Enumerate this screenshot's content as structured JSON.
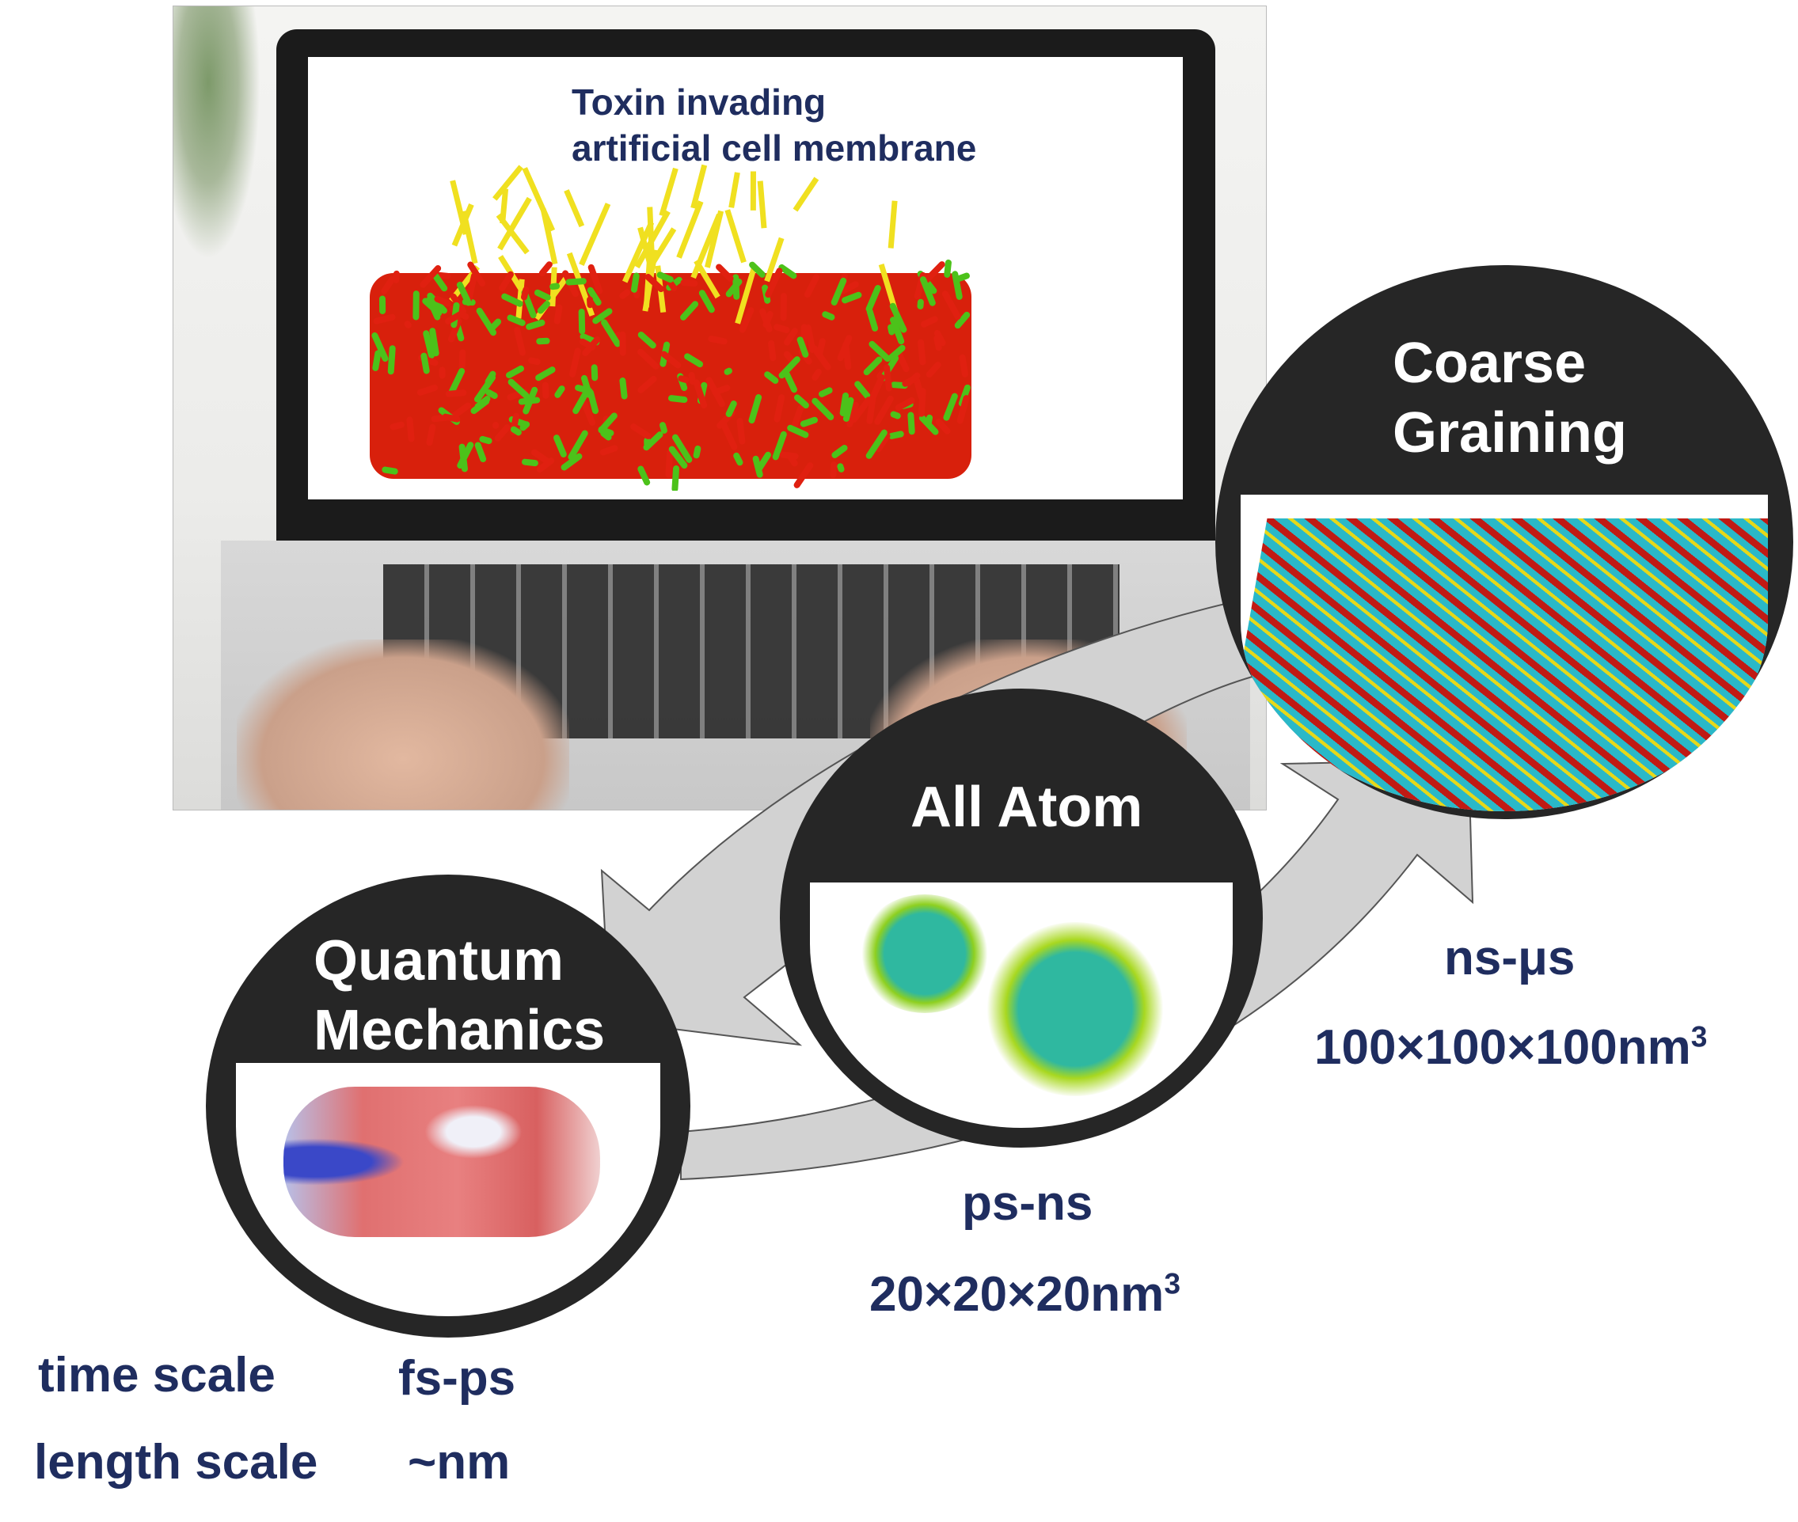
{
  "laptop": {
    "screen_caption_line1": "Toxin invading",
    "screen_caption_line2": "artificial cell membrane"
  },
  "circles": {
    "coarse": {
      "title_line1": "Coarse",
      "title_line2": "Graining",
      "time": "ns-μs",
      "length": "100×100×100nm",
      "length_exp": "3"
    },
    "allatom": {
      "title": "All Atom",
      "time": "ps-ns",
      "length": "20×20×20nm",
      "length_exp": "3"
    },
    "quantum": {
      "title_line1": "Quantum",
      "title_line2": "Mechanics",
      "time": "fs-ps",
      "length": "~nm"
    }
  },
  "legend": {
    "time_label": "time scale",
    "length_label": "length scale"
  },
  "colors": {
    "text": "#1f2d5f",
    "circle": "#262626",
    "arrow": "#cfcfcf",
    "lipid_red": "#e02010",
    "lipid_green": "#4cc21a",
    "toxin": "#f0e020",
    "cg_cyan": "#2ab8c8"
  }
}
